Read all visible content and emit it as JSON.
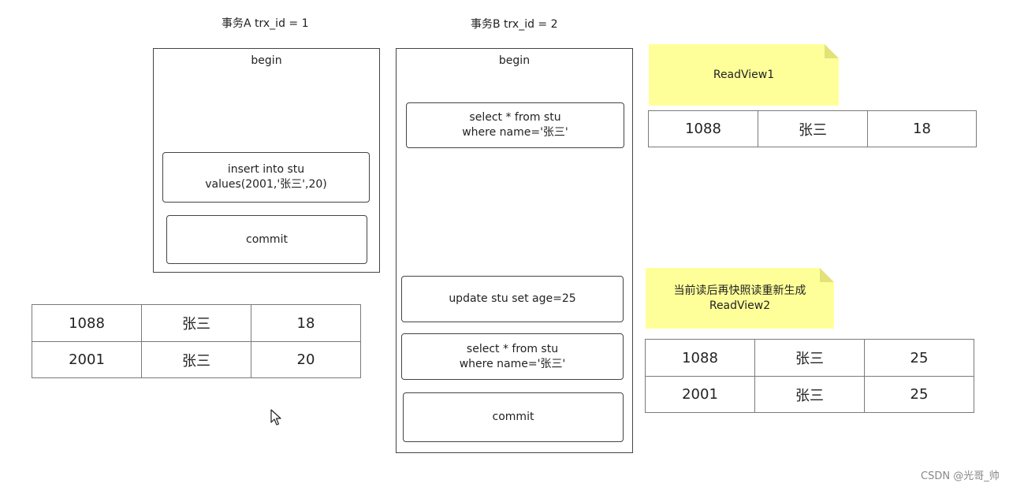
{
  "transactions": {
    "a": {
      "title": "事务A trx_id = 1",
      "begin": "begin",
      "insert": "insert into stu\nvalues(2001,'张三',20)",
      "commit": "commit"
    },
    "b": {
      "title": "事务B trx_id = 2",
      "begin": "begin",
      "select1": "select * from stu\nwhere name='张三'",
      "update": "update stu set age=25",
      "select2": "select * from stu\nwhere name='张三'",
      "commit": "commit"
    }
  },
  "notes": {
    "readview1": "ReadView1",
    "readview2": "当前读后再快照读重新生成\nReadView2"
  },
  "tables": {
    "left": [
      [
        "1088",
        "张三",
        "18"
      ],
      [
        "2001",
        "张三",
        "20"
      ]
    ],
    "readview1": [
      [
        "1088",
        "张三",
        "18"
      ]
    ],
    "readview2": [
      [
        "1088",
        "张三",
        "25"
      ],
      [
        "2001",
        "张三",
        "25"
      ]
    ]
  },
  "watermark": "CSDN @光哥_帅",
  "colors": {
    "note_fill": "#ffff99",
    "note_fold": "#e2e27a",
    "border": "#444444",
    "table_border": "#7a7a7a"
  },
  "icons": {
    "cursor": "mouse-pointer-icon"
  }
}
